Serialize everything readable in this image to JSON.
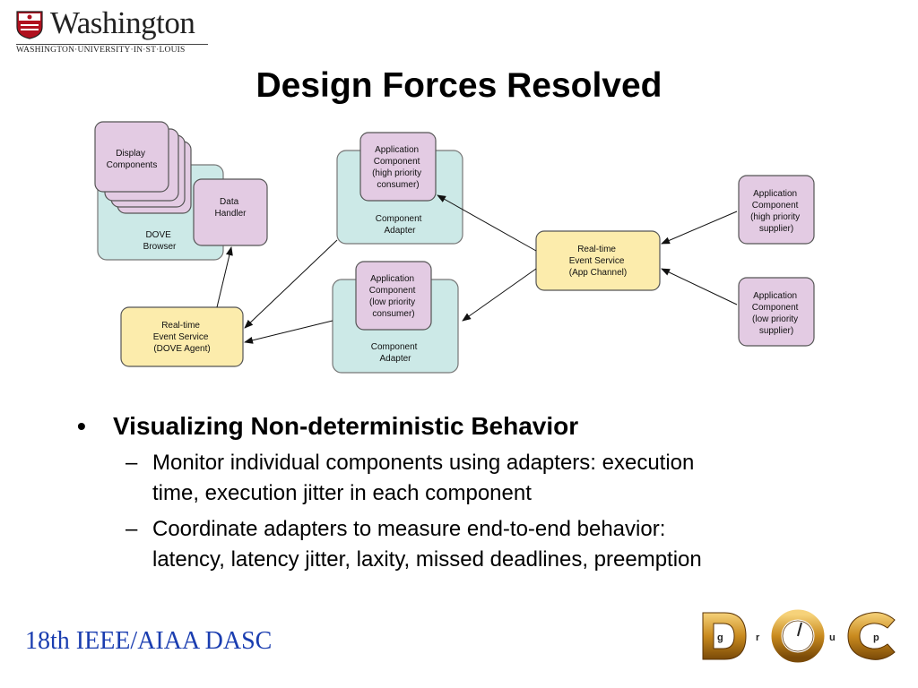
{
  "header": {
    "logo_word": "Washington",
    "logo_subtitle": "WASHINGTON·UNIVERSITY·IN·ST·LOUIS"
  },
  "title": "Design Forces Resolved",
  "diagram": {
    "display_components": [
      "Display",
      "Components"
    ],
    "data_handler": [
      "Data",
      "Handler"
    ],
    "dove_browser": [
      "DOVE",
      "Browser"
    ],
    "app_high_consumer": [
      "Application",
      "Component",
      "(high priority",
      "consumer)"
    ],
    "adapter_top": [
      "Component",
      "Adapter"
    ],
    "app_low_consumer": [
      "Application",
      "Component",
      "(low priority",
      "consumer)"
    ],
    "adapter_bottom": [
      "Component",
      "Adapter"
    ],
    "res_app_channel": [
      "Real-time",
      "Event Service",
      "(App Channel)"
    ],
    "res_dove_agent": [
      "Real-time",
      "Event Service",
      "(DOVE Agent)"
    ],
    "app_high_supplier": [
      "Application",
      "Component",
      "(high priority",
      "supplier)"
    ],
    "app_low_supplier": [
      "Application",
      "Component",
      "(low priority",
      "supplier)"
    ],
    "colors": {
      "light_blue": "#cce9e7",
      "lilac": "#e3cbe3",
      "yellow": "#fcecac"
    }
  },
  "bullets": {
    "main": "Visualizing Non-deterministic Behavior",
    "sub1_line1": "Monitor individual components using adapters: execution",
    "sub1_line2": "time, execution jitter in each component",
    "sub2_line1": "Coordinate adapters to measure end-to-end behavior:",
    "sub2_line2": "latency, latency jitter, laxity, missed deadlines, preemption"
  },
  "footer": {
    "conference": "18th IEEE/AIAA DASC",
    "doc_logo_letters": [
      "D",
      "O",
      "C"
    ],
    "doc_logo_small": [
      "g",
      "r",
      "u",
      "p"
    ]
  }
}
